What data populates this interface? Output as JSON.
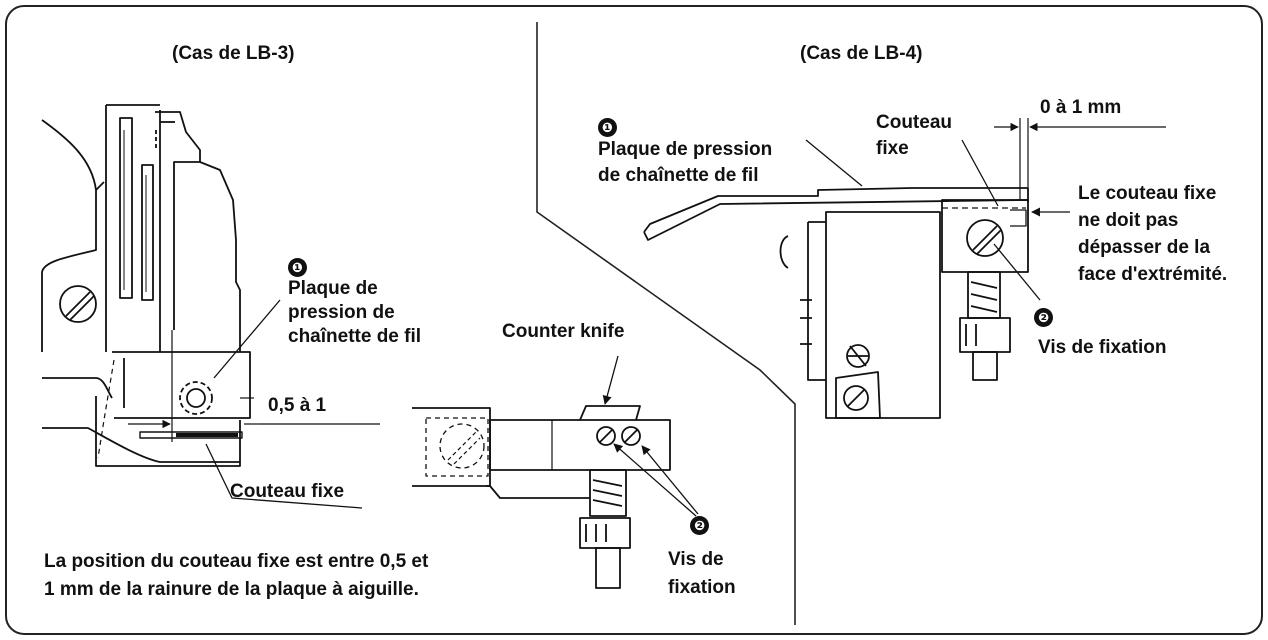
{
  "left_panel": {
    "heading": "(Cas de LB-3)",
    "marker1": "❶",
    "plate_label": [
      "Plaque de",
      "pression de",
      "chaînette de fil"
    ],
    "gap": "0,5 à 1",
    "fixed_knife": "Couteau fixe",
    "note": [
      "La position du couteau fixe est entre 0,5 et",
      "1 mm de la rainure de la plaque à aiguille."
    ]
  },
  "middle_panel": {
    "counter_knife": "Counter knife",
    "marker2": "❷",
    "screw_label": [
      "Vis de",
      "fixation"
    ]
  },
  "right_panel": {
    "heading": "(Cas de LB-4)",
    "marker1": "❶",
    "plate_label": [
      "Plaque de pression",
      "de chaînette de fil"
    ],
    "knife_label": [
      "Couteau",
      "fixe"
    ],
    "gap": "0 à 1 mm",
    "warning": [
      "Le couteau fixe",
      "ne doit pas",
      "dépasser de la",
      "face d'extrémité."
    ],
    "marker2": "❷",
    "screw_label": "Vis de fixation"
  }
}
